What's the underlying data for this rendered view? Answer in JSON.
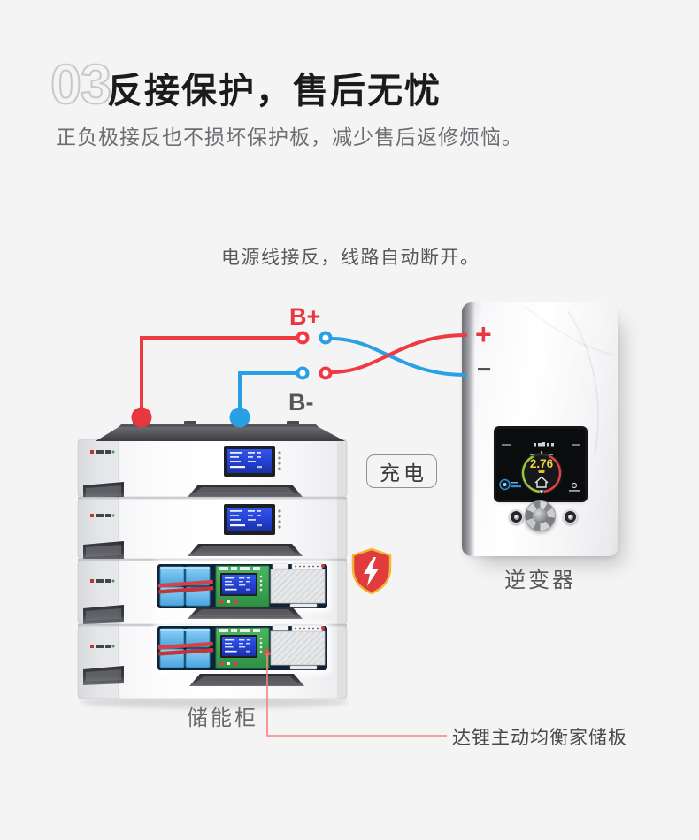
{
  "header": {
    "index": "03",
    "title": "反接保护，售后无忧",
    "subtitle": "正负极接反也不损坏保护板，减少售后返修烦恼。"
  },
  "diagram": {
    "caption": "电源线接反，线路自动断开。",
    "labels": {
      "battery_positive": "B+",
      "battery_negative": "B-",
      "inverter_positive": "+",
      "inverter_negative": "−",
      "charge_badge": "充电",
      "cabinet": "储能柜",
      "inverter": "逆变器",
      "board_callout": "达锂主动均衡家储板"
    },
    "inverter_screen": {
      "power_value": "2.76"
    },
    "icons": {
      "shield": "shield-lightning-icon"
    },
    "colors": {
      "positive_red": "#e8383f",
      "negative_blue": "#2aa0e4",
      "leader_line": "#f08480",
      "shield_fill": "#e23b3e",
      "shield_border": "#f2b632",
      "screen_value_yellow": "#f2d23c"
    }
  }
}
